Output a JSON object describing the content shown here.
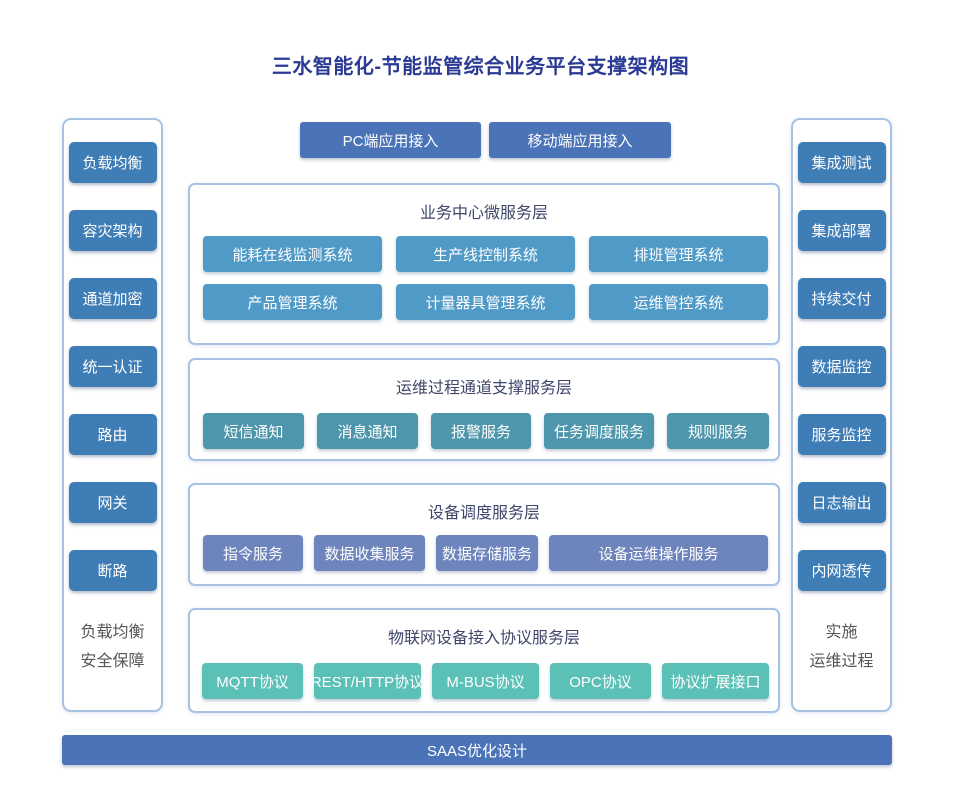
{
  "title": "三水智能化-节能监管综合业务平台支撑架构图",
  "palette": {
    "title_text": "#2b3a94",
    "panel_border": "#a6c3e3",
    "side_button": "#3f7db6",
    "app_button": "#4a73b8",
    "layer1_node": "#4f9ac7",
    "layer2_node": "#4e96ab",
    "layer3_node": "#6d84bd",
    "layer4_node": "#5bc0b5",
    "footer_bar": "#4a73b8",
    "section_title_text": "#3e466b",
    "caption_text": "#55565a"
  },
  "app_access": {
    "items": [
      "PC端应用接入",
      "移动端应用接入"
    ]
  },
  "left_panel": {
    "items": [
      "负载均衡",
      "容灾架构",
      "通道加密",
      "统一认证",
      "路由",
      "网关",
      "断路"
    ],
    "caption": [
      "负载均衡",
      "安全保障"
    ]
  },
  "right_panel": {
    "items": [
      "集成测试",
      "集成部署",
      "持续交付",
      "数据监控",
      "服务监控",
      "日志输出",
      "内网透传"
    ],
    "caption": [
      "实施",
      "运维过程"
    ]
  },
  "layers": [
    {
      "title": "业务中心微服务层",
      "buttons": [
        "能耗在线监测系统",
        "生产线控制系统",
        "排班管理系统",
        "产品管理系统",
        "计量器具管理系统",
        "运维管控系统"
      ]
    },
    {
      "title": "运维过程通道支撑服务层",
      "buttons": [
        "短信通知",
        "消息通知",
        "报警服务",
        "任务调度服务",
        "规则服务"
      ]
    },
    {
      "title": "设备调度服务层",
      "buttons": [
        "指令服务",
        "数据收集服务",
        "数据存储服务",
        "设备运维操作服务"
      ]
    },
    {
      "title": "物联网设备接入协议服务层",
      "buttons": [
        "MQTT协议",
        "REST/HTTP协议",
        "M-BUS协议",
        "OPC协议",
        "协议扩展接口"
      ]
    }
  ],
  "footer_bar": {
    "label": "SAAS优化设计"
  }
}
